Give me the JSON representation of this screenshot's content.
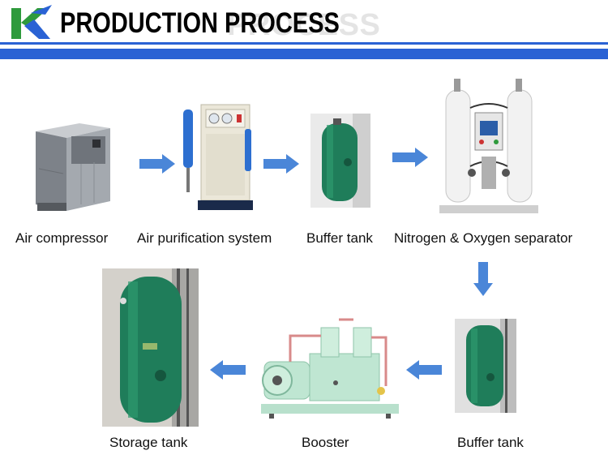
{
  "header": {
    "title": "PRODUCTION PROCESS",
    "title_shadow": "PROCESS",
    "logo_icon": "k-logo-icon",
    "accent_color": "#2a62d4"
  },
  "process": {
    "steps": [
      {
        "label": "Air compressor",
        "icon": "air-compressor-icon"
      },
      {
        "label": "Air purification system",
        "icon": "air-purification-icon"
      },
      {
        "label": "Buffer tank",
        "icon": "buffer-tank-icon"
      },
      {
        "label": "Nitrogen & Oxygen  separator",
        "icon": "separator-icon"
      },
      {
        "label": "Buffer tank",
        "icon": "buffer-tank-icon"
      },
      {
        "label": "Booster",
        "icon": "booster-icon"
      },
      {
        "label": "Storage tank",
        "icon": "storage-tank-icon"
      }
    ],
    "arrow_color": "#4a86d8",
    "tank_color": "#1f7d5a"
  }
}
